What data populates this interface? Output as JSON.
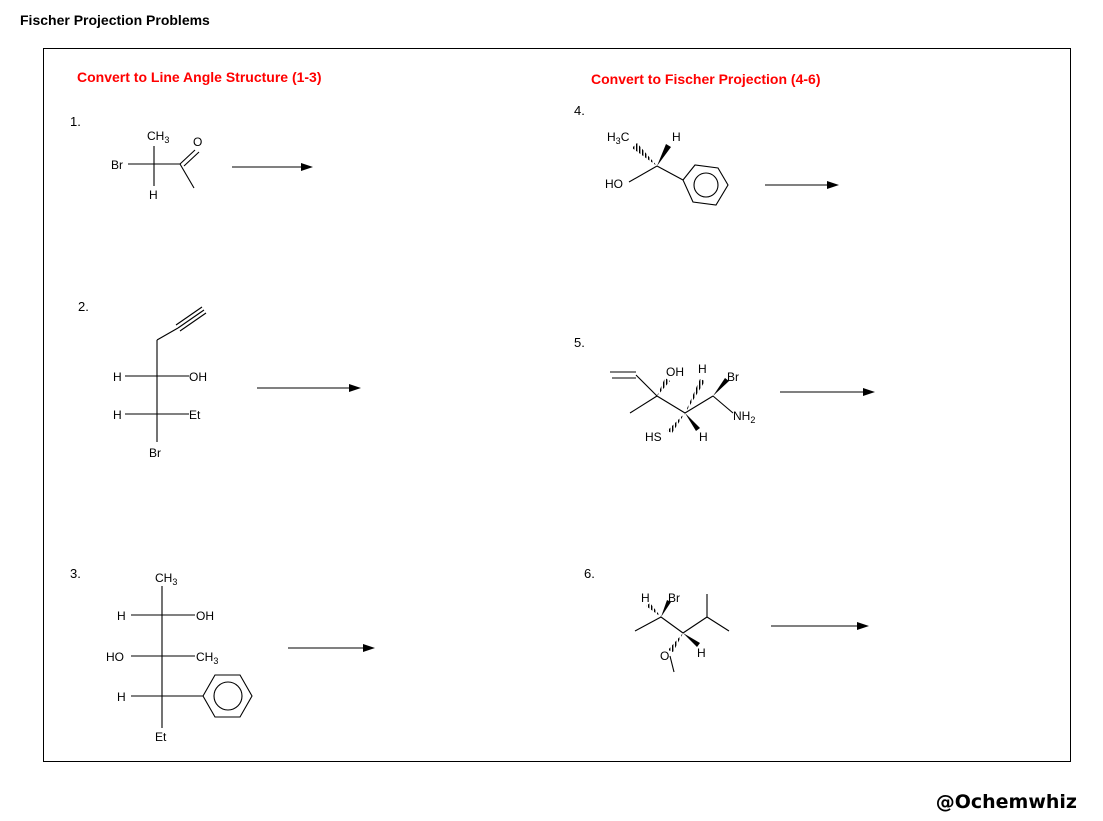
{
  "title": "Fischer Projection Problems",
  "sections": {
    "left_heading": "Convert to Line Angle Structure (1-3)",
    "right_heading": "Convert to Fischer Projection (4-6)"
  },
  "problems": [
    {
      "number": "1.",
      "labels": {
        "ch3": "CH",
        "ch3_sub": "3",
        "o": "O",
        "br": "Br",
        "h": "H"
      }
    },
    {
      "number": "2.",
      "labels": {
        "h1": "H",
        "oh": "OH",
        "h2": "H",
        "et": "Et",
        "br": "Br"
      }
    },
    {
      "number": "3.",
      "labels": {
        "ch3_top": "CH",
        "ch3_top_sub": "3",
        "h1": "H",
        "oh": "OH",
        "ho": "HO",
        "ch3_mid": "CH",
        "ch3_mid_sub": "3",
        "h3": "H",
        "et": "Et"
      }
    },
    {
      "number": "4.",
      "labels": {
        "h3c": "H",
        "h3c_sub": "3",
        "h3c_c": "C",
        "h": "H",
        "ho": "HO"
      }
    },
    {
      "number": "5.",
      "labels": {
        "oh": "OH",
        "h_top": "H",
        "br": "Br",
        "nh2": "NH",
        "nh2_sub": "2",
        "hs": "HS",
        "h_bottom": "H"
      }
    },
    {
      "number": "6.",
      "labels": {
        "h": "H",
        "br": "Br",
        "o": "O",
        "h2": "H"
      }
    }
  ],
  "watermark": "@Ochemwhiz"
}
